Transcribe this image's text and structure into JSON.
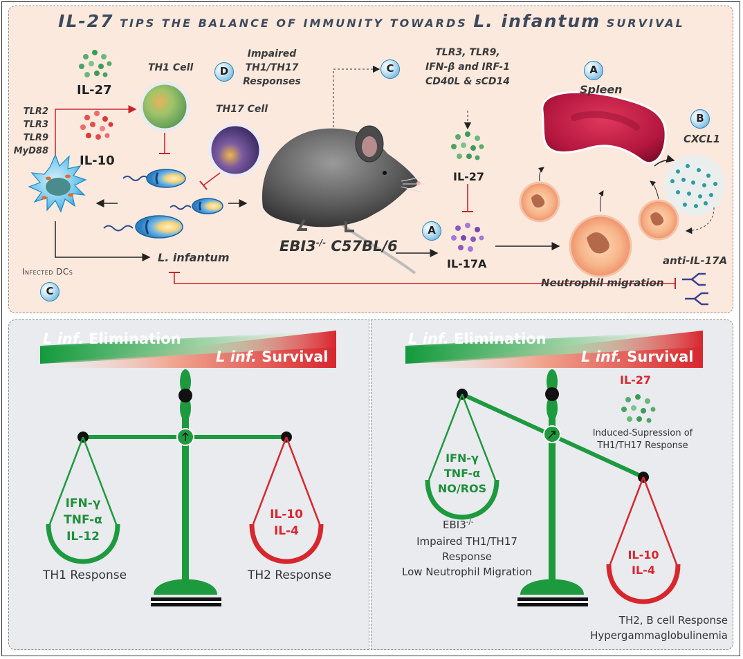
{
  "title": {
    "part1": "IL-27",
    "part2": " TIPS THE BALANCE OF IMMUNITY TOWARDS ",
    "part3": "L. infantum",
    "part4": " SURVIVAL"
  },
  "top": {
    "il27_left": "IL-27",
    "il10_left": "IL-10",
    "tlr_list": [
      "TLR2",
      "TLR3",
      "TLR9",
      "MyD88"
    ],
    "th1_cell": "TH1 Cell",
    "th17_cell": "TH17 Cell",
    "badge_d": "D",
    "impaired_lines": [
      "Impaired",
      "TH1/TH17",
      "Responses"
    ],
    "infected_dcs": "Infected DCs",
    "badge_c_left": "C",
    "l_infantum": "L. infantum",
    "mouse_label": "EBI3",
    "mouse_sup": "-/-",
    "mouse_strain": " C57BL/6",
    "badge_c_top": "C",
    "tlr_top_lines": [
      "TLR3, TLR9,",
      "IFN-β and IRF-1",
      "CD40L & sCD14"
    ],
    "il27_mid": "IL-27",
    "badge_a_mid": "A",
    "il17a": "IL-17A",
    "badge_a_spleen": "A",
    "spleen": "Spleen",
    "badge_b": "B",
    "cxcl1": "CXCL1",
    "anti_il17a": "anti-IL-17A",
    "neutrophil_migration": "Neutrophil migration"
  },
  "left_panel": {
    "banner_elim_prefix": "L inf.",
    "banner_elim": " Elimination",
    "banner_surv_prefix": "L inf.",
    "banner_surv": " Survival",
    "left_pan_lines": [
      "IFN-γ",
      "TNF-α",
      "IL-12"
    ],
    "right_pan_lines": [
      "IL-10",
      "IL-4"
    ],
    "left_label": "TH1 Response",
    "right_label": "TH2 Response"
  },
  "right_panel": {
    "banner_elim_prefix": "L inf.",
    "banner_elim": " Elimination",
    "banner_surv_prefix": "L inf.",
    "banner_surv": " Survival",
    "il27": "IL-27",
    "induced_lines": [
      "Induced-Supression of",
      "TH1/TH17 Response"
    ],
    "left_pan_lines": [
      "IFN-γ",
      "TNF-α",
      "NO/ROS"
    ],
    "ebi3": "EBI3",
    "ebi3_sup": "-/-",
    "left_label_lines": [
      "Impaired TH1/TH17",
      "Response",
      "Low Neutrophil Migration"
    ],
    "right_pan_lines": [
      "IL-10",
      "IL-4"
    ],
    "right_label_lines": [
      "TH2, B cell Response",
      "Hypergammaglobulinemia"
    ]
  },
  "colors": {
    "green": "#1e8f3a",
    "red": "#d8262d",
    "title": "#3d4a5c",
    "panel_top": "#fbe9de",
    "panel_bottom": "#e9ebef"
  }
}
